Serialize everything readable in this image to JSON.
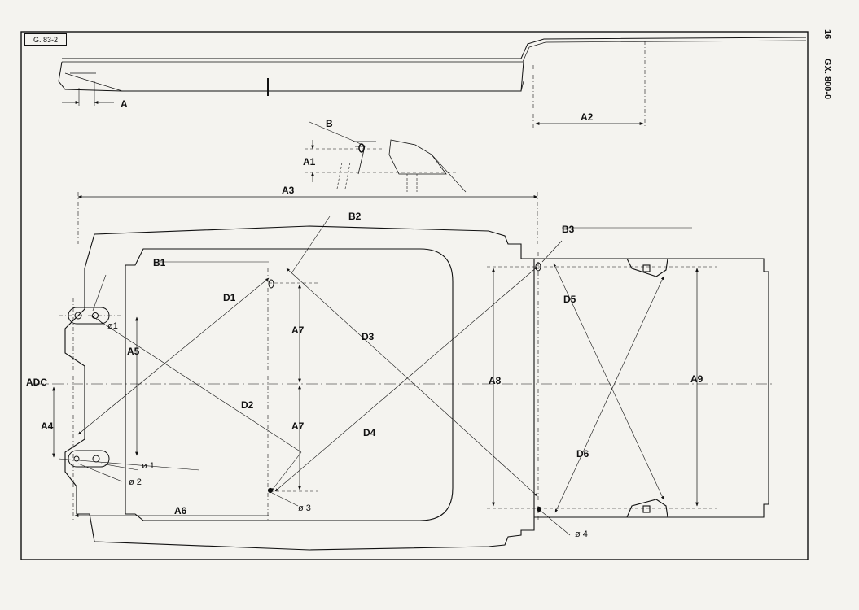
{
  "sheet": {
    "ref_code": "G. 83-2",
    "page_number": "16",
    "doc_code": "GX. 800-0"
  },
  "labels": {
    "A": "A",
    "A1": "A1",
    "A2": "A2",
    "A3": "A3",
    "A4": "A4",
    "A5": "A5",
    "A6": "A6",
    "A7_upper": "A7",
    "A7_lower": "A7",
    "A8": "A8",
    "A9": "A9",
    "ADC": "ADC",
    "B": "B",
    "B1": "B1",
    "B2": "B2",
    "B3": "B3",
    "D1": "D1",
    "D2": "D2",
    "D3": "D3",
    "D4": "D4",
    "D5": "D5",
    "D6": "D6",
    "dia1_upper": "ø1",
    "dia1_lower": "ø 1",
    "dia2": "ø 2",
    "dia3": "ø 3",
    "dia4": "ø 4"
  },
  "colors": {
    "ink": "#111111",
    "paper": "#f4f3ef"
  }
}
